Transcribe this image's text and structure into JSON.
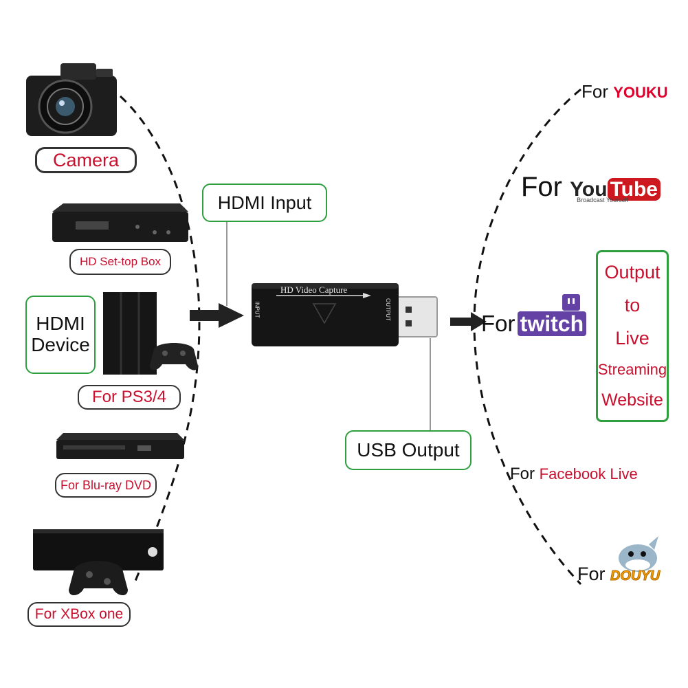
{
  "inputs": {
    "camera": "Camera",
    "settop": "HD Set-top Box",
    "hdmi_device": "HDMI Device",
    "ps": "For PS3/4",
    "bluray": "For Blu-ray DVD",
    "xbox": "For XBox one"
  },
  "device": {
    "hdmi_input": "HDMI Input",
    "usb_output": "USB Output",
    "body_title": "HD Video Capture",
    "port_input": "INPUT",
    "port_output": "OUTPUT"
  },
  "outputs": {
    "for_word": "For",
    "youku": "YOUKU",
    "youtube_you": "You",
    "youtube_tube": "Tube",
    "youtube_tagline": "Broadcast Yourself",
    "twitch": "twitch",
    "facebook": "Facebook Live",
    "douyu": "DOUYU",
    "streaming_box": [
      "Output",
      "to",
      "Live",
      "Streaming",
      "Website"
    ]
  },
  "colors": {
    "red": "#c8102e",
    "green": "#2e9e3e",
    "twitch": "#6441a5",
    "youtube": "#cc181e",
    "douyu": "#f5a000"
  }
}
